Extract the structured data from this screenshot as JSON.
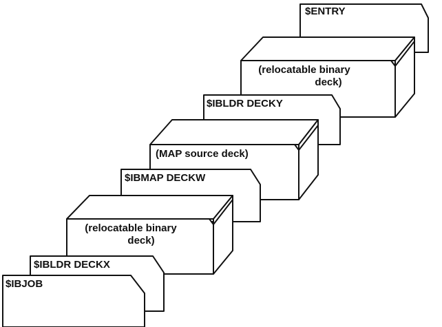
{
  "diagram": {
    "cards": {
      "entry": "$ENTRY",
      "ibldr_decky": "$IBLDR  DECKY",
      "ibmap_deckw": "$IBMAP  DECKW",
      "ibldr_deckx": "$IBLDR  DECKX",
      "ibjob": "$IBJOB"
    },
    "decks": {
      "binary_top": [
        "(relocatable binary",
        "deck)"
      ],
      "map_source": "(MAP source deck)",
      "binary_bottom": [
        "(relocatable binary",
        "deck)"
      ]
    }
  }
}
